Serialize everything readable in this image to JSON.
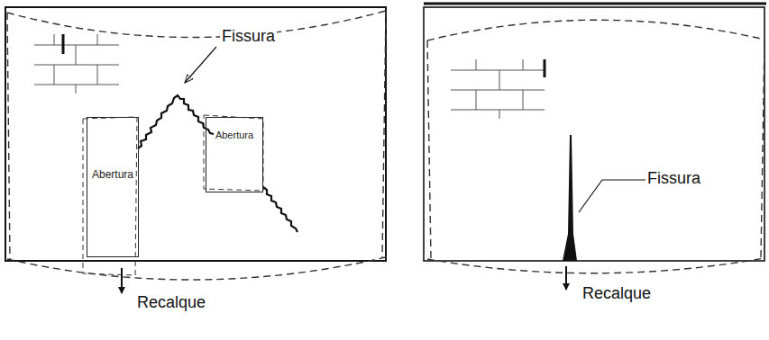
{
  "diagram": {
    "nodes": [
      {
        "text": [
          "Abertura"
        ]
      },
      {
        "text": [
          "Abertura"
        ]
      }
    ],
    "labels": [
      "Fissura",
      "Recalque",
      "Fissura",
      "Recalque"
    ]
  }
}
